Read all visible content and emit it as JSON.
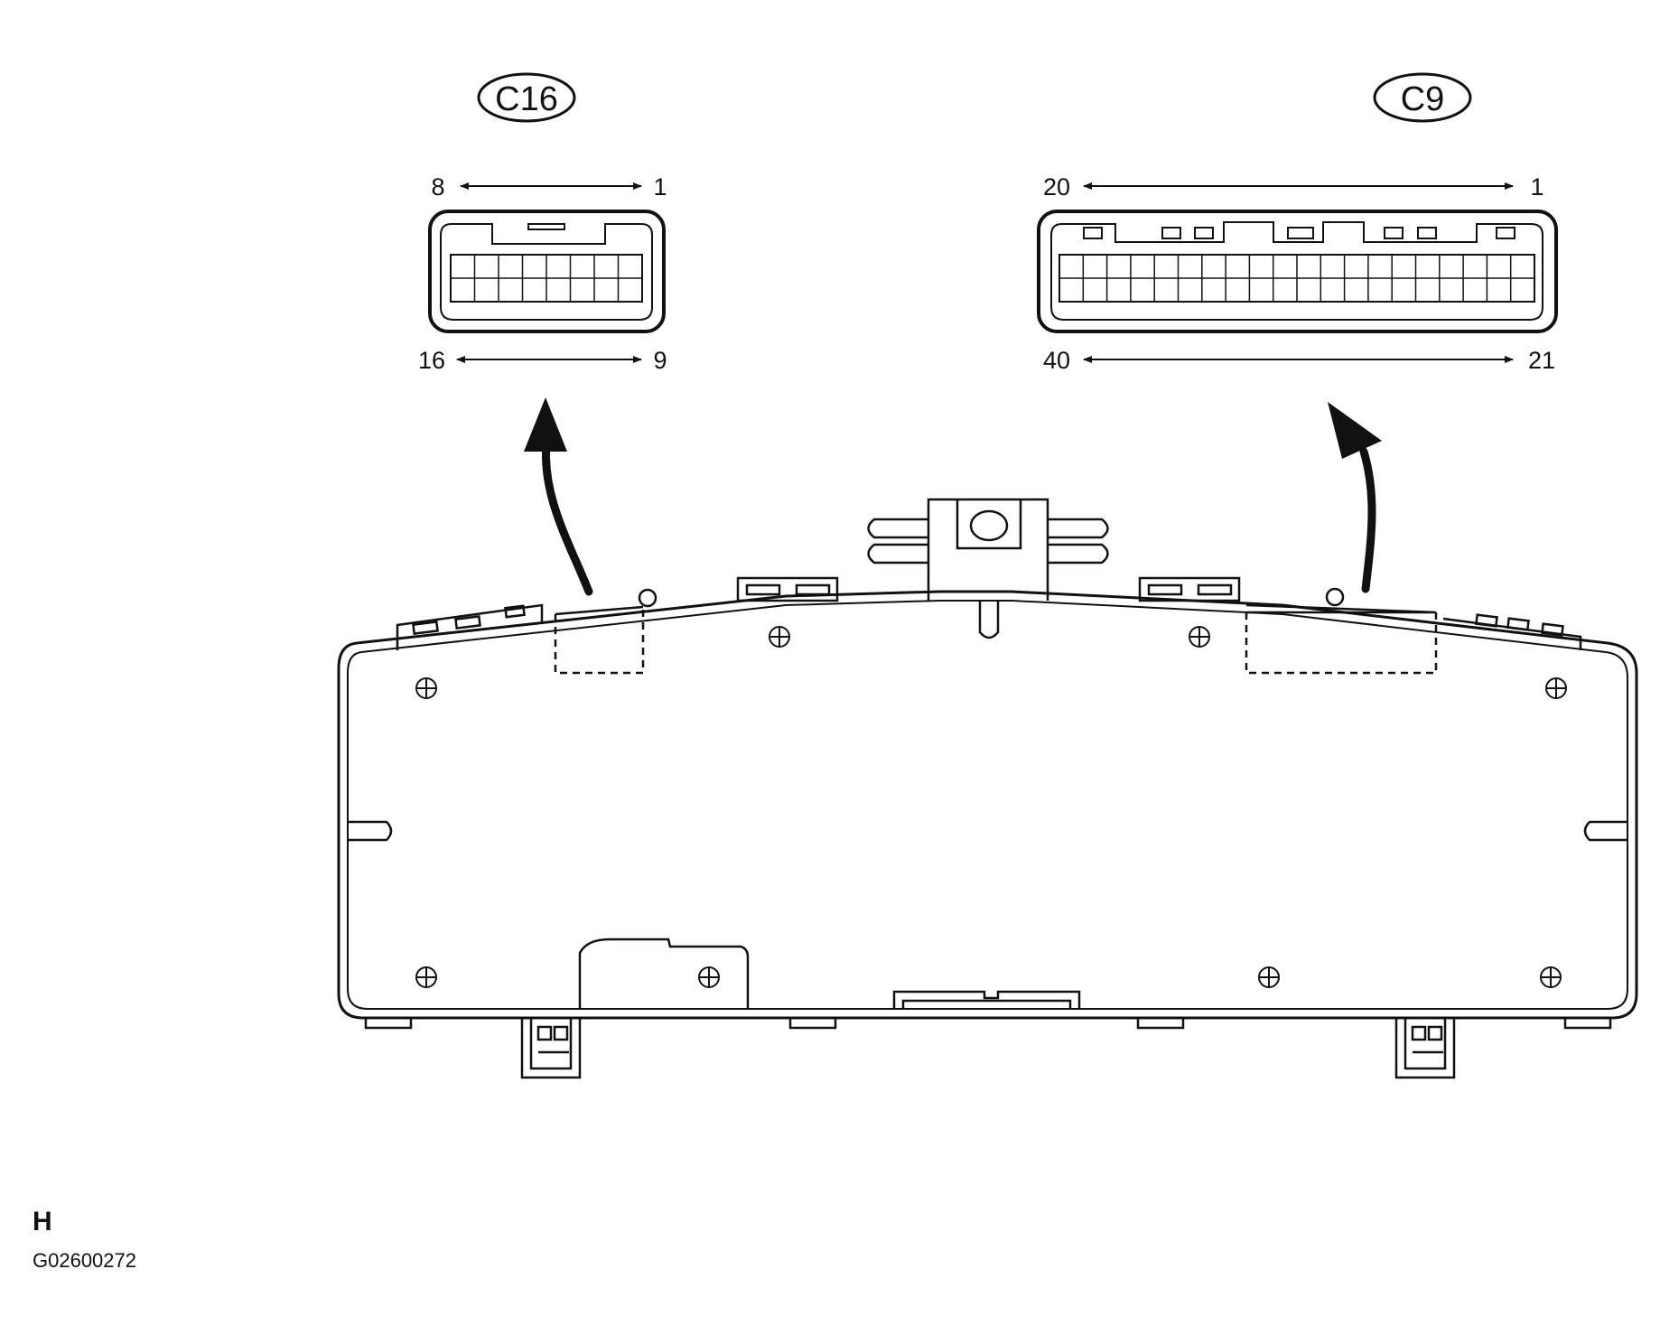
{
  "connectors": [
    {
      "id": "C16",
      "pins_top_left": "8",
      "pins_top_right": "1",
      "pins_bottom_left": "16",
      "pins_bottom_right": "9",
      "rows": 2,
      "cols": 8
    },
    {
      "id": "C9",
      "pins_top_left": "20",
      "pins_top_right": "1",
      "pins_bottom_left": "40",
      "pins_bottom_right": "21",
      "rows": 2,
      "cols": 20
    }
  ],
  "footer": {
    "mark": "H",
    "code": "G02600272"
  },
  "colors": {
    "line": "#111111",
    "background": "#ffffff"
  }
}
